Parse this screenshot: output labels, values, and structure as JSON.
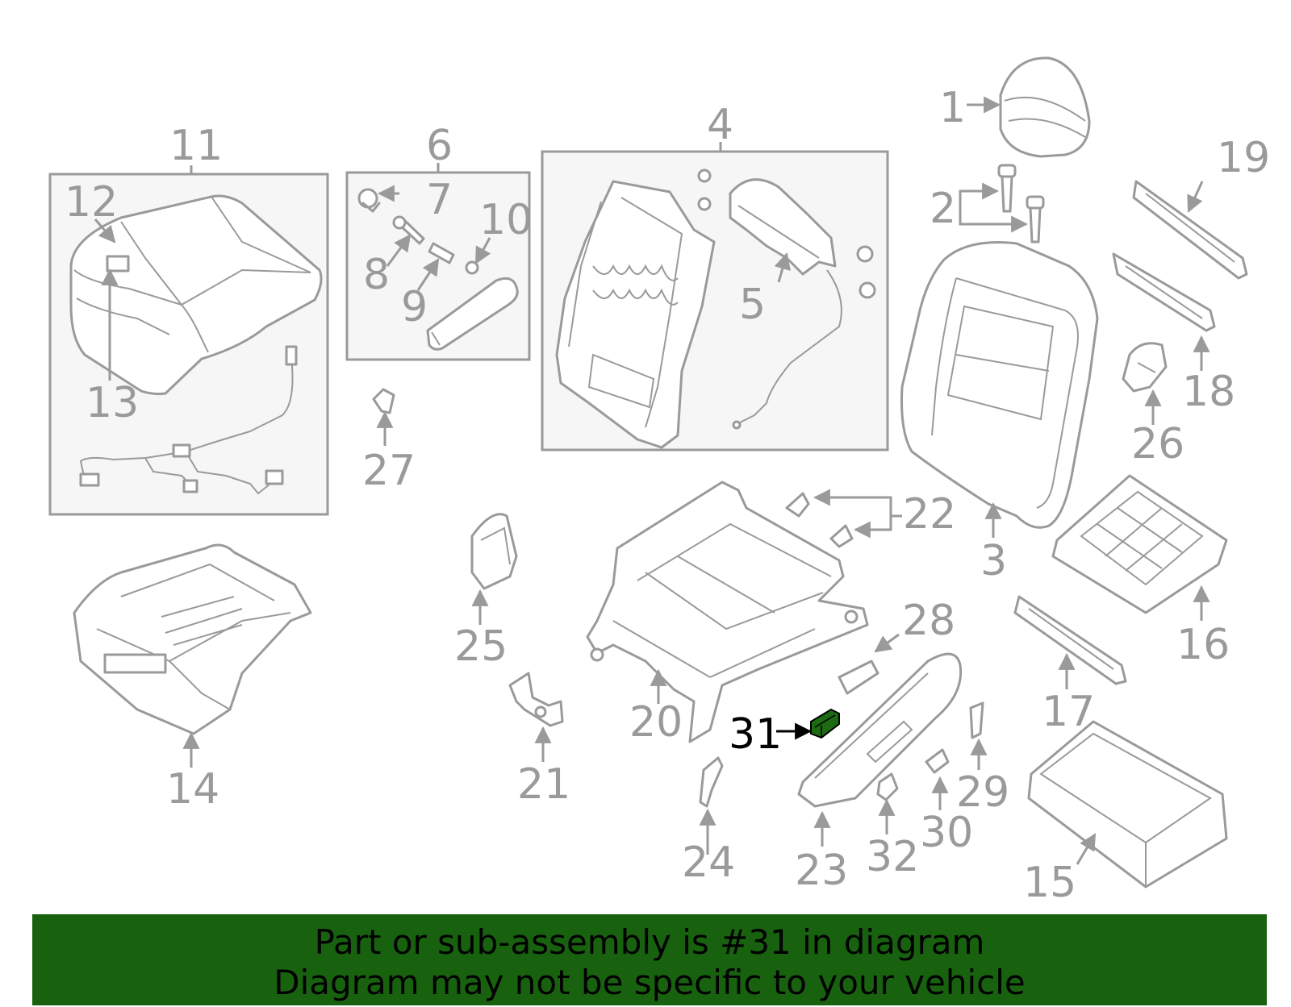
{
  "highlight_color": "#1c6b12",
  "banner": {
    "background": "#18620f",
    "line1": "Part or sub-assembly is #31 in diagram",
    "line2": "Diagram may not be specific to your vehicle"
  },
  "callouts": {
    "c1": "1",
    "c2": "2",
    "c3": "3",
    "c4": "4",
    "c5": "5",
    "c6": "6",
    "c7": "7",
    "c8": "8",
    "c9": "9",
    "c10": "10",
    "c11": "11",
    "c12": "12",
    "c13": "13",
    "c14": "14",
    "c15": "15",
    "c16": "16",
    "c17": "17",
    "c18": "18",
    "c19": "19",
    "c20": "20",
    "c21": "21",
    "c22": "22",
    "c23": "23",
    "c24": "24",
    "c25": "25",
    "c26": "26",
    "c27": "27",
    "c28": "28",
    "c29": "29",
    "c30": "30",
    "c31": "31",
    "c32": "32"
  }
}
